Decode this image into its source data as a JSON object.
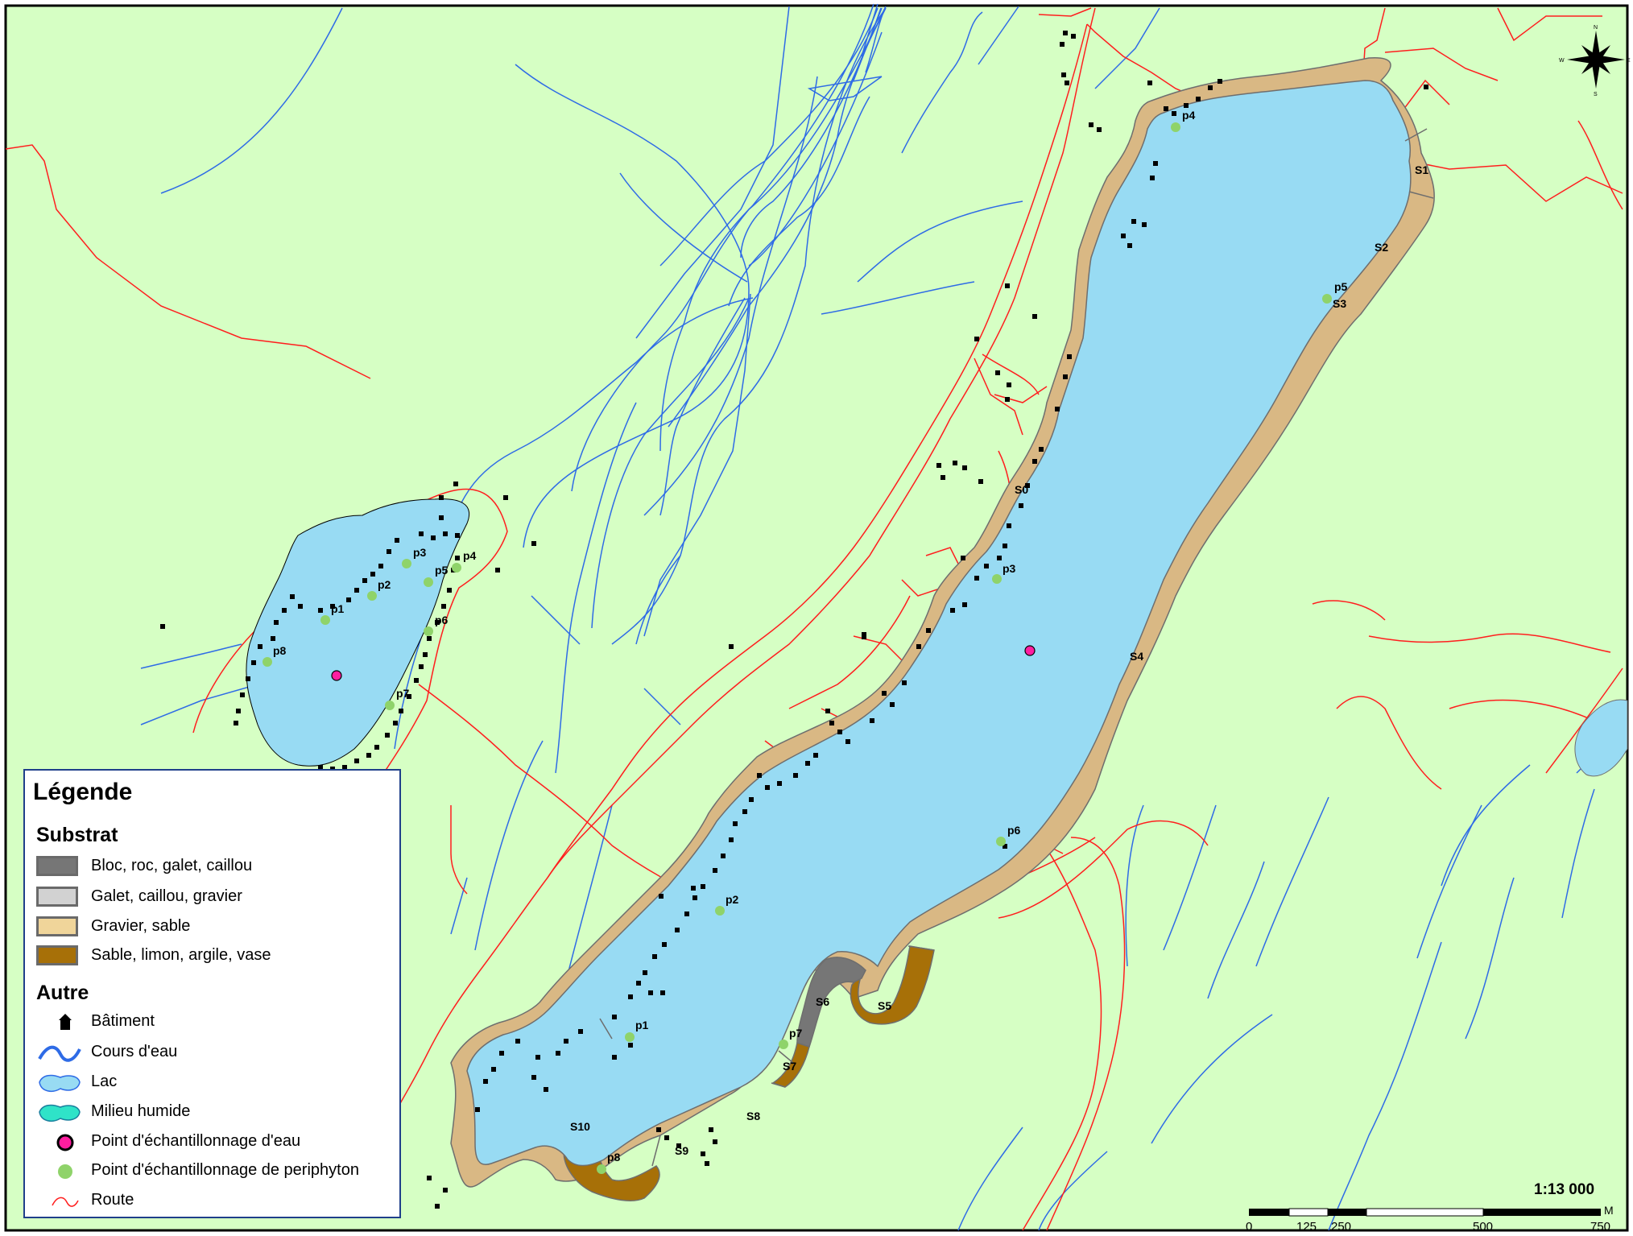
{
  "map": {
    "colors": {
      "land": "#d6ffc4",
      "lake": "#98dbf3",
      "gravier_sable": "#d9b884",
      "sable_limon": "#a77008",
      "bloc_roc": "#767676",
      "route": "#ff1e1e",
      "cours_eau": "#2e6be6",
      "batiment": "#000000",
      "periphyton_point": "#8fd36a",
      "water_point": "#ff1ea0"
    },
    "big_lake_labels": {
      "s0": "S0",
      "s1": "S1",
      "s2": "S2",
      "s3": "S3",
      "s4": "S4",
      "s5": "S5",
      "s6": "S6",
      "s7": "S7",
      "s8": "S8",
      "s9": "S9",
      "s10": "S10",
      "p1": "p1",
      "p2": "p2",
      "p3": "p3",
      "p4": "p4",
      "p5": "p5",
      "p6": "p6",
      "p7": "p7",
      "p8": "p8"
    },
    "small_lake_labels": {
      "p1": "p1",
      "p2": "p2",
      "p3": "p3",
      "p4": "p4",
      "p5": "p5",
      "p6": "p6",
      "p7": "p7",
      "p8": "p8"
    },
    "compass": {
      "n": "N",
      "s": "S",
      "e": "E",
      "w": "W"
    }
  },
  "legend": {
    "title": "Légende",
    "substrat_heading": "Substrat",
    "substrat_items": [
      "Bloc, roc, galet, caillou",
      "Galet, caillou, gravier",
      "Gravier, sable",
      "Sable, limon, argile, vase"
    ],
    "autre_heading": "Autre",
    "autre_items": [
      "Bâtiment",
      "Cours d'eau",
      "Lac",
      "Milieu humide",
      "Point d'échantillonnage d'eau",
      "Point d'échantillonnage de periphyton",
      "Route"
    ]
  },
  "scale": {
    "ratio": "1:13 000",
    "ticks": [
      "0",
      "125",
      "250",
      "500",
      "750"
    ],
    "unit": "M"
  }
}
